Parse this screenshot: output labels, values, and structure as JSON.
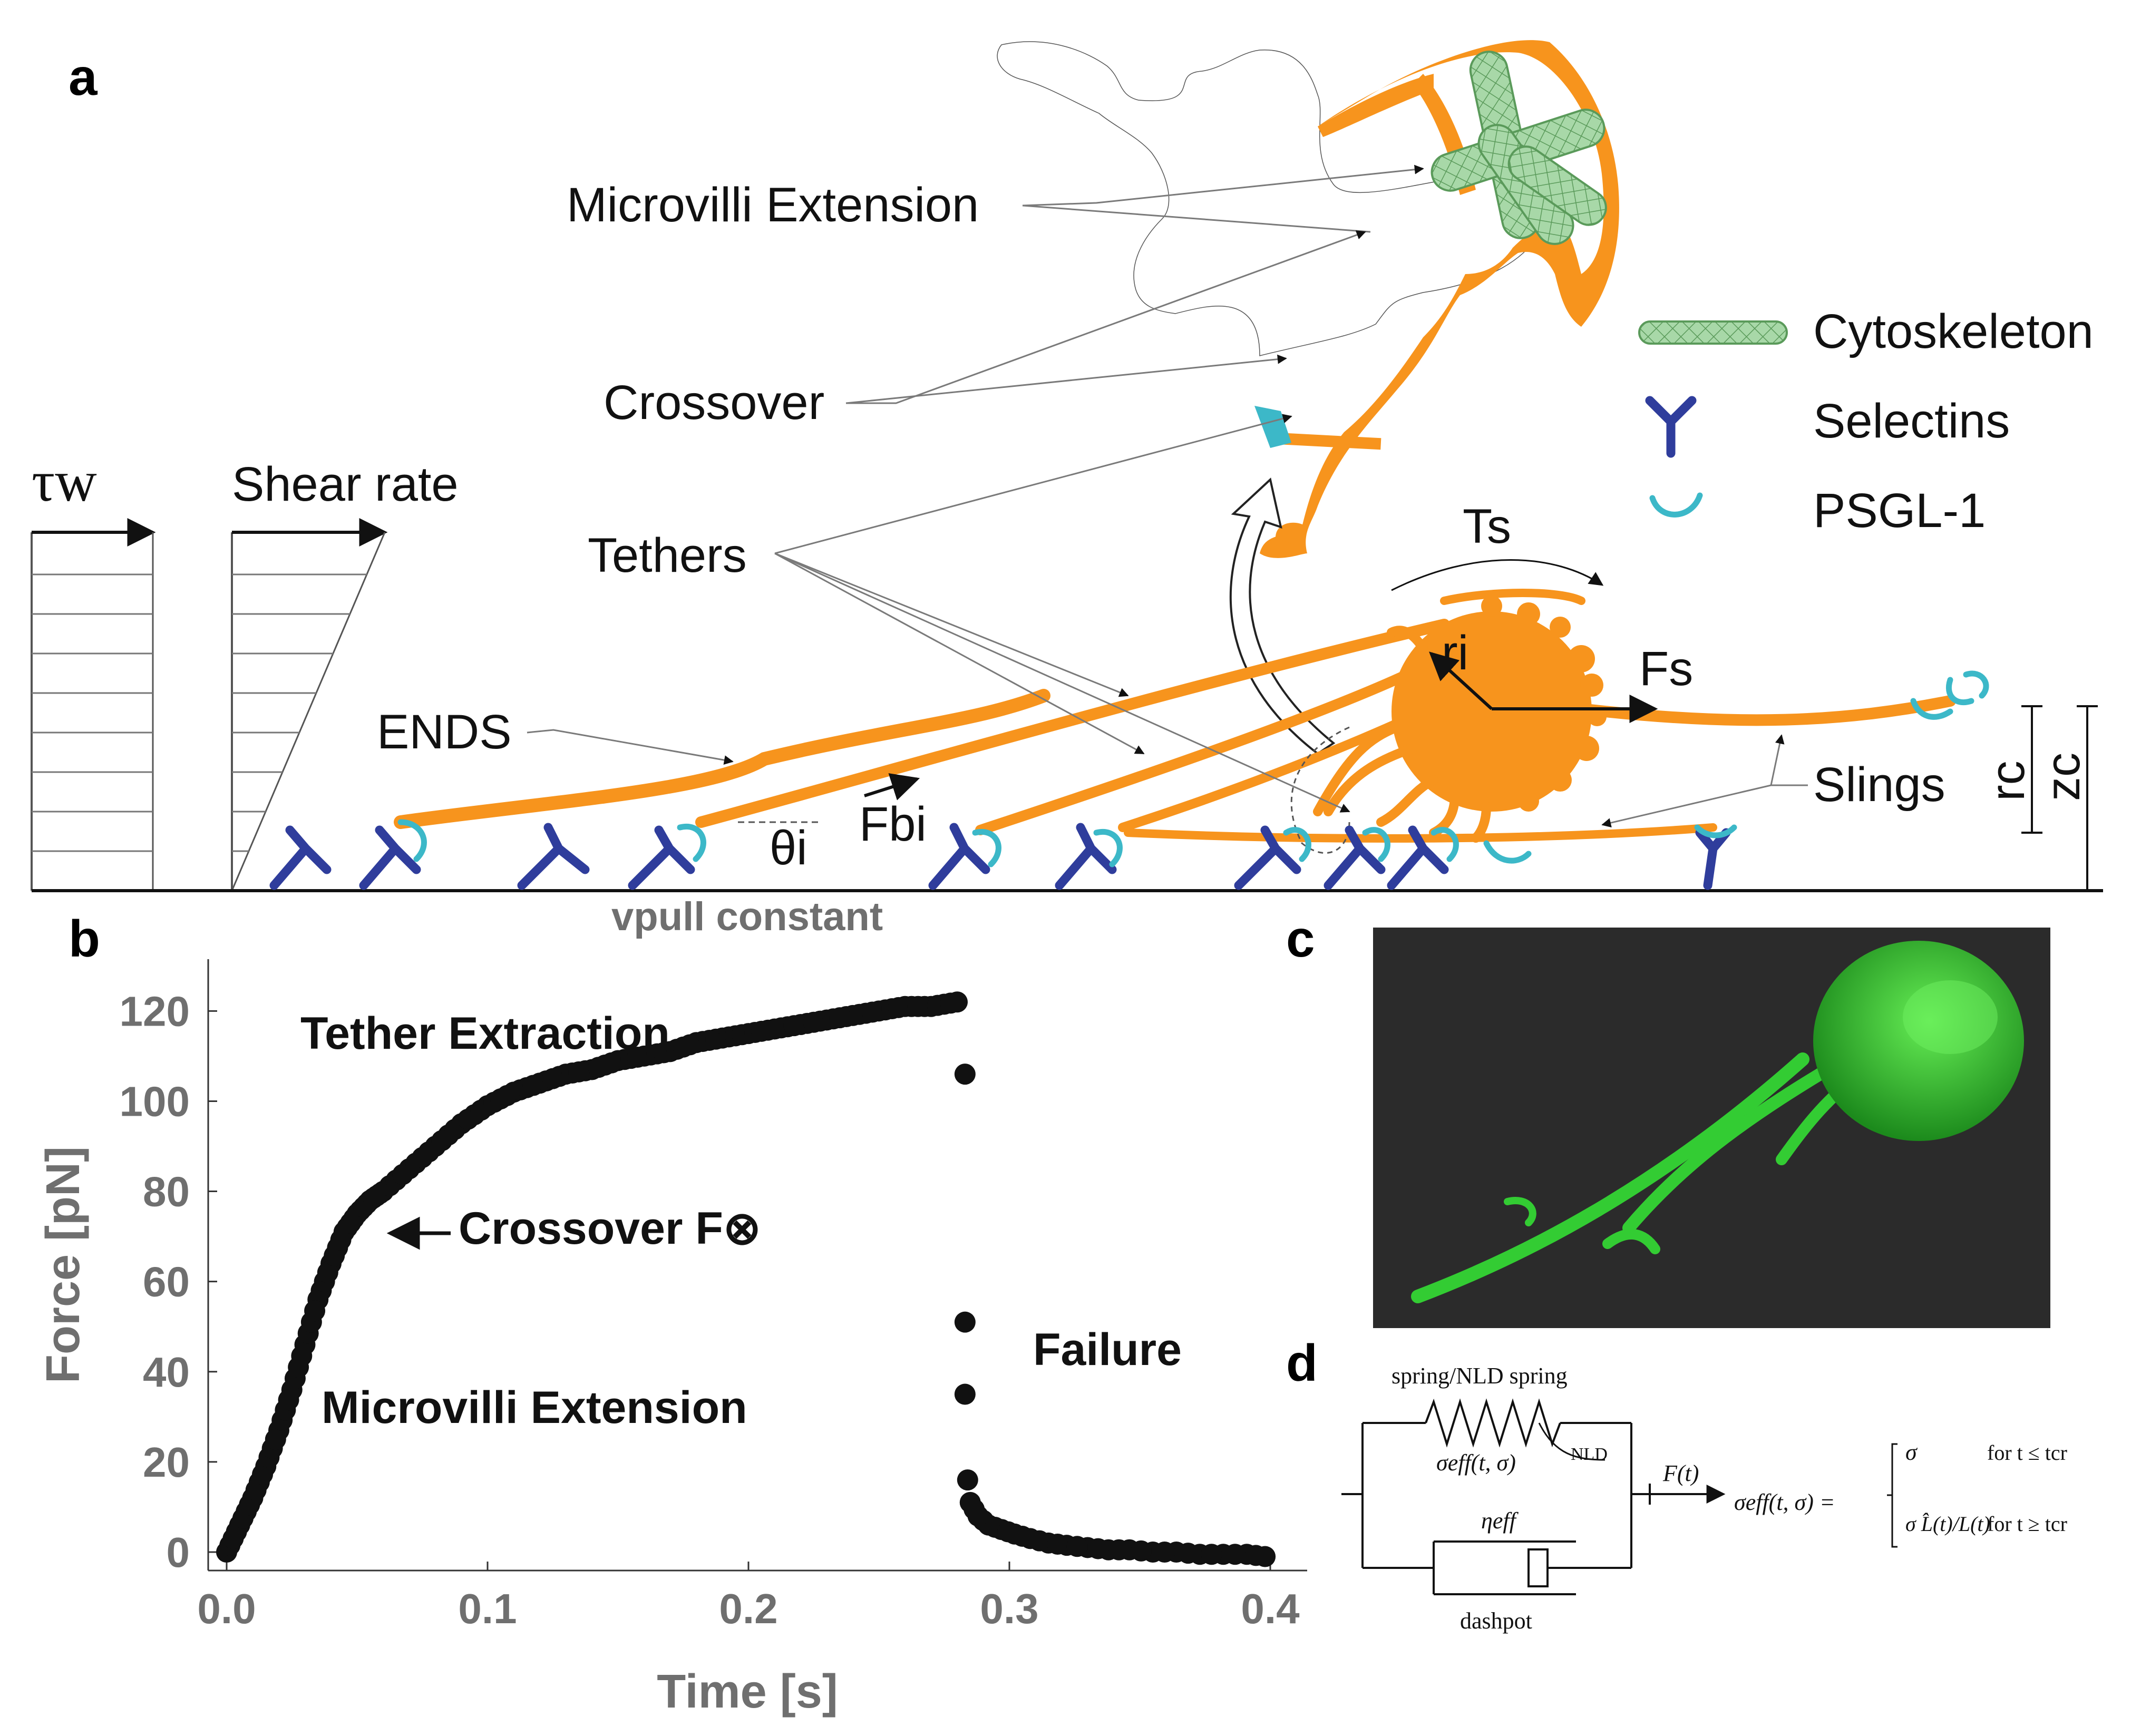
{
  "panels": {
    "a": "a",
    "b": "b",
    "c": "c",
    "d": "d"
  },
  "schematic": {
    "tau_w": "τw",
    "shear_rate": "Shear rate",
    "microvilli_extension": "Microvilli Extension",
    "crossover": "Crossover",
    "tethers": "Tethers",
    "ends": "ENDS",
    "theta_i": "θi",
    "f_bi": "Fbi",
    "t_s": "Ts",
    "r_i": "ri",
    "f_s": "Fs",
    "slings": "Slings",
    "r_c": "rc",
    "z_c": "zc",
    "v_pull": "vpull constant"
  },
  "legend": [
    {
      "label": "Cytoskeleton",
      "icon": "cytoskeleton-icon",
      "color": "#a8d8a8"
    },
    {
      "label": "Selectins",
      "icon": "selectin-icon",
      "color": "#2f3d9c"
    },
    {
      "label": "PSGL-1",
      "icon": "psgl1-icon",
      "color": "#3cb8c8"
    }
  ],
  "chart_data": {
    "type": "scatter",
    "xlabel": "Time [s]",
    "ylabel": "Force [pN]",
    "xlim": [
      0.0,
      0.4
    ],
    "ylim": [
      0,
      135
    ],
    "xticks": [
      "0.0",
      "0.1",
      "0.2",
      "0.3",
      "0.4"
    ],
    "yticks": [
      "0",
      "20",
      "40",
      "60",
      "80",
      "100",
      "120"
    ],
    "annotations": {
      "tether_extraction": "Tether Extraction",
      "crossover": "Crossover F⊗",
      "microvilli_extension": "Microvilli Extension",
      "failure": "Failure"
    },
    "series": [
      {
        "x": [
          0.0,
          0.005,
          0.01,
          0.015,
          0.02,
          0.025,
          0.03,
          0.035,
          0.04,
          0.045,
          0.05,
          0.055,
          0.06,
          0.07,
          0.08,
          0.09,
          0.1,
          0.11,
          0.12,
          0.13,
          0.14,
          0.15,
          0.16,
          0.17,
          0.18,
          0.19,
          0.2,
          0.21,
          0.22,
          0.23,
          0.24,
          0.25,
          0.26,
          0.27,
          0.28,
          0.283,
          0.283,
          0.283,
          0.284,
          0.285,
          0.288,
          0.292,
          0.297,
          0.302,
          0.308,
          0.315,
          0.322,
          0.33,
          0.338,
          0.346,
          0.355,
          0.364,
          0.373,
          0.382,
          0.391,
          0.398
        ],
        "y": [
          0,
          6,
          12,
          19,
          27,
          36,
          46,
          56,
          64,
          71,
          75,
          78,
          80,
          85,
          90,
          95,
          99,
          102,
          104,
          106,
          107,
          109,
          110,
          111,
          113,
          114,
          115,
          116,
          117,
          118,
          119,
          120,
          121,
          121,
          122,
          106,
          51,
          35,
          16,
          11,
          8,
          6,
          5,
          4,
          3,
          2,
          1.5,
          1,
          0.5,
          0.5,
          0,
          0,
          -0.5,
          -0.5,
          -0.5,
          -1
        ]
      }
    ]
  },
  "render3d": {
    "bg": "#2b2b2b",
    "color": "#33cc33"
  },
  "model": {
    "spring_label": "spring/NLD spring",
    "nld": "NLD",
    "sigma_eff_arg": "σeff(t, σ)",
    "eta_eff": "ηeff",
    "dashpot": "dashpot",
    "f_of_t": "F(t)",
    "equation_lhs": "σeff(t, σ) =",
    "case1_value": "σ",
    "case1_cond": "for  t ≤ tcr",
    "case2_value": "σ L̂(t)/L(t)",
    "case2_cond": "for  t ≥ tcr"
  }
}
